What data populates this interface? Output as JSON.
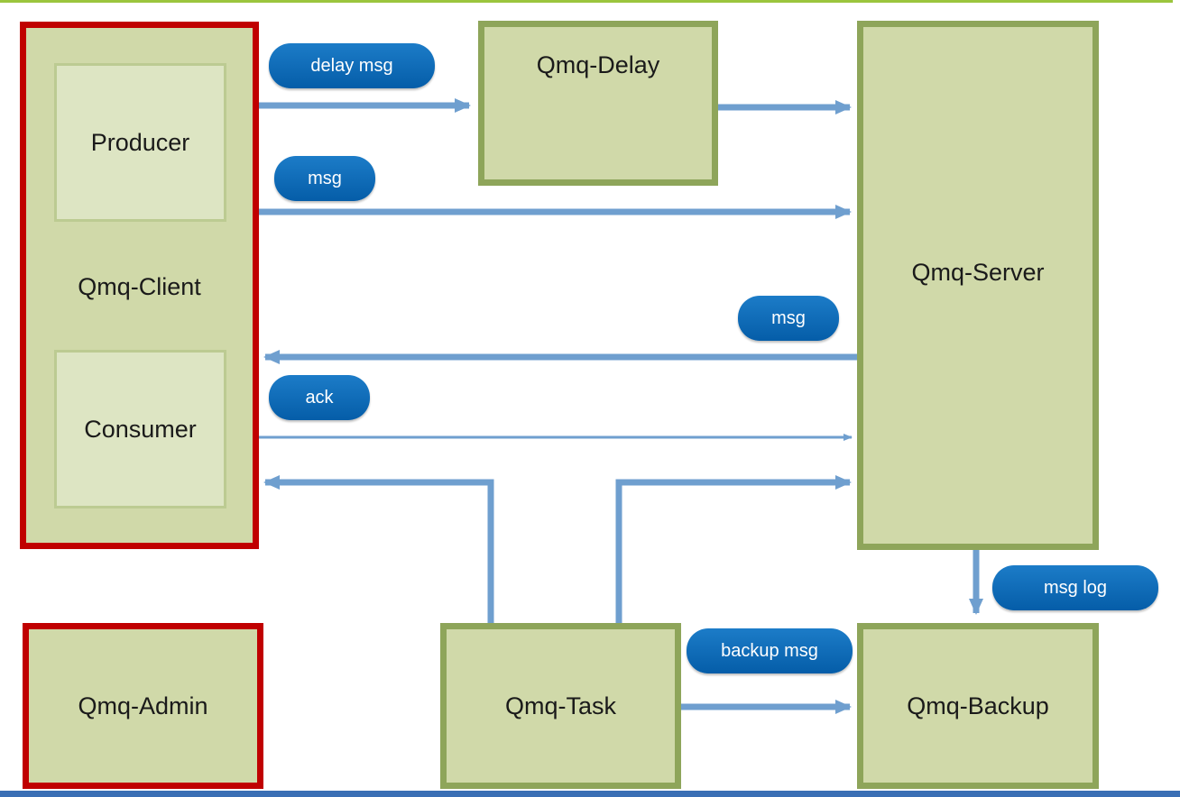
{
  "nodes": {
    "client": "Qmq-Client",
    "producer": "Producer",
    "consumer": "Consumer",
    "delay": "Qmq-Delay",
    "server": "Qmq-Server",
    "admin": "Qmq-Admin",
    "task": "Qmq-Task",
    "backup": "Qmq-Backup"
  },
  "edge_labels": {
    "delay_msg": "delay msg",
    "produce_msg": "msg",
    "consume_msg": "msg",
    "ack": "ack",
    "msg_log": "msg log",
    "backup_msg": "backup msg"
  },
  "colors": {
    "box_fill": "#d0d9a9",
    "green_border": "#8ea55a",
    "red_border": "#c00000",
    "arrow": "#6f9fcf",
    "label_pill": "#0b66b3"
  }
}
